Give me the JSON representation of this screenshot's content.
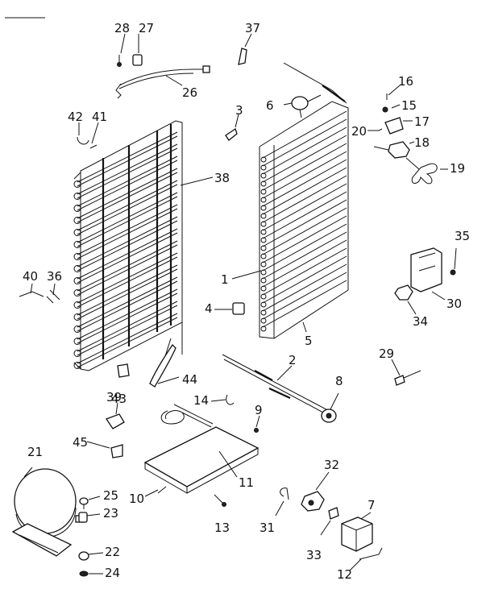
{
  "parts": [
    {
      "id": "p28",
      "label": "28"
    },
    {
      "id": "p27",
      "label": "27"
    },
    {
      "id": "p37",
      "label": "37"
    },
    {
      "id": "p26",
      "label": "26"
    },
    {
      "id": "p16",
      "label": "16"
    },
    {
      "id": "p15",
      "label": "15"
    },
    {
      "id": "p6",
      "label": "6"
    },
    {
      "id": "p3",
      "label": "3"
    },
    {
      "id": "p42",
      "label": "42"
    },
    {
      "id": "p41",
      "label": "41"
    },
    {
      "id": "p20",
      "label": "20"
    },
    {
      "id": "p17",
      "label": "17"
    },
    {
      "id": "p18",
      "label": "18"
    },
    {
      "id": "p19",
      "label": "19"
    },
    {
      "id": "p38",
      "label": "38"
    },
    {
      "id": "p35",
      "label": "35"
    },
    {
      "id": "p1",
      "label": "1"
    },
    {
      "id": "p40",
      "label": "40"
    },
    {
      "id": "p36",
      "label": "36"
    },
    {
      "id": "p30",
      "label": "30"
    },
    {
      "id": "p4",
      "label": "4"
    },
    {
      "id": "p34",
      "label": "34"
    },
    {
      "id": "p5",
      "label": "5"
    },
    {
      "id": "p2",
      "label": "2"
    },
    {
      "id": "p29",
      "label": "29"
    },
    {
      "id": "p39",
      "label": "39"
    },
    {
      "id": "p44",
      "label": "44"
    },
    {
      "id": "p8",
      "label": "8"
    },
    {
      "id": "p43",
      "label": "43"
    },
    {
      "id": "p14",
      "label": "14"
    },
    {
      "id": "p9",
      "label": "9"
    },
    {
      "id": "p45",
      "label": "45"
    },
    {
      "id": "p21",
      "label": "21"
    },
    {
      "id": "p11",
      "label": "11"
    },
    {
      "id": "p32",
      "label": "32"
    },
    {
      "id": "p25",
      "label": "25"
    },
    {
      "id": "p10",
      "label": "10"
    },
    {
      "id": "p23",
      "label": "23"
    },
    {
      "id": "p7",
      "label": "7"
    },
    {
      "id": "p13",
      "label": "13"
    },
    {
      "id": "p31",
      "label": "31"
    },
    {
      "id": "p22",
      "label": "22"
    },
    {
      "id": "p33",
      "label": "33"
    },
    {
      "id": "p24",
      "label": "24"
    },
    {
      "id": "p12",
      "label": "12"
    }
  ]
}
